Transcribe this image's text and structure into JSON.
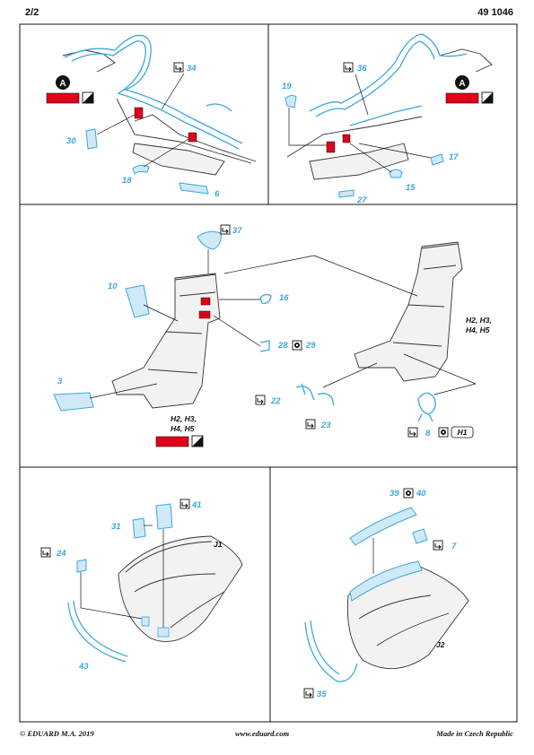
{
  "header": {
    "page": "2/2",
    "code": "49 1046"
  },
  "footer": {
    "copyright": "© EDUARD  M.A. 2019",
    "website": "www.eduard.com",
    "made_in": "Made in Czech Republic"
  },
  "colors": {
    "part_blue": "#3aa7dc",
    "paint_red": "#e0001a",
    "frame": "#111111"
  },
  "markers": {
    "a": "A",
    "h1": "H1"
  },
  "labels": {
    "h_group_1": [
      "H2, H3,",
      "H4, H5"
    ],
    "h_group_2": [
      "H2, H3,",
      "H4, H5"
    ],
    "j1": "J1",
    "j2": "J2"
  },
  "parts": {
    "p34": "34",
    "p30": "30",
    "p18": "18",
    "p6": "6",
    "p36": "36",
    "p19": "19",
    "p17": "17",
    "p15": "15",
    "p27": "27",
    "p37": "37",
    "p10": "10",
    "p16": "16",
    "p28": "28",
    "p29": "29",
    "p3": "3",
    "p22": "22",
    "p23": "23",
    "p8": "8",
    "p41": "41",
    "p31": "31",
    "p24": "24",
    "p43": "43",
    "p39": "39",
    "p40": "40",
    "p7": "7",
    "p35": "35"
  }
}
